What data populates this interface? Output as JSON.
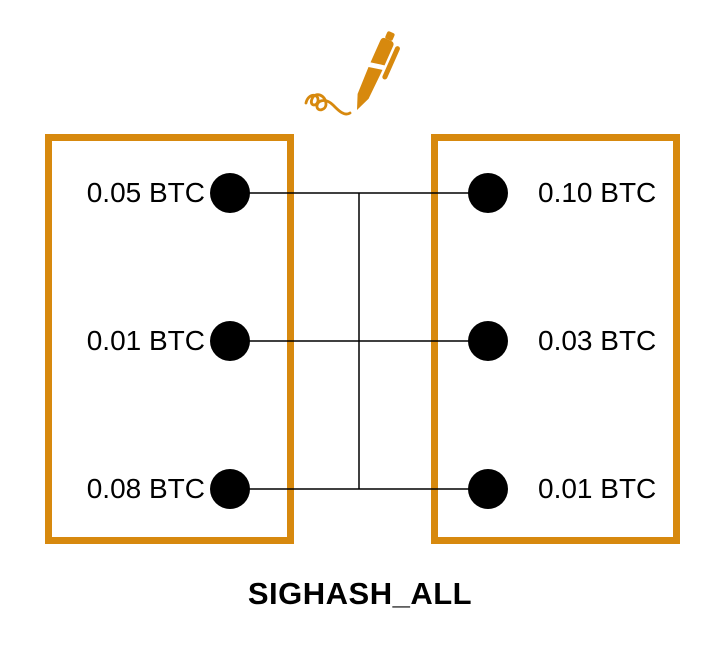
{
  "caption": "SIGHASH_ALL",
  "colors": {
    "accent": "#D7890E",
    "ink": "#000000",
    "background": "#FFFFFF"
  },
  "icons": {
    "pen": "pen-signature-icon"
  },
  "left_column": {
    "items": [
      {
        "amount": "0.05 BTC"
      },
      {
        "amount": "0.01 BTC"
      },
      {
        "amount": "0.08 BTC"
      }
    ]
  },
  "right_column": {
    "items": [
      {
        "amount": "0.10 BTC"
      },
      {
        "amount": "0.03 BTC"
      },
      {
        "amount": "0.01 BTC"
      }
    ]
  }
}
